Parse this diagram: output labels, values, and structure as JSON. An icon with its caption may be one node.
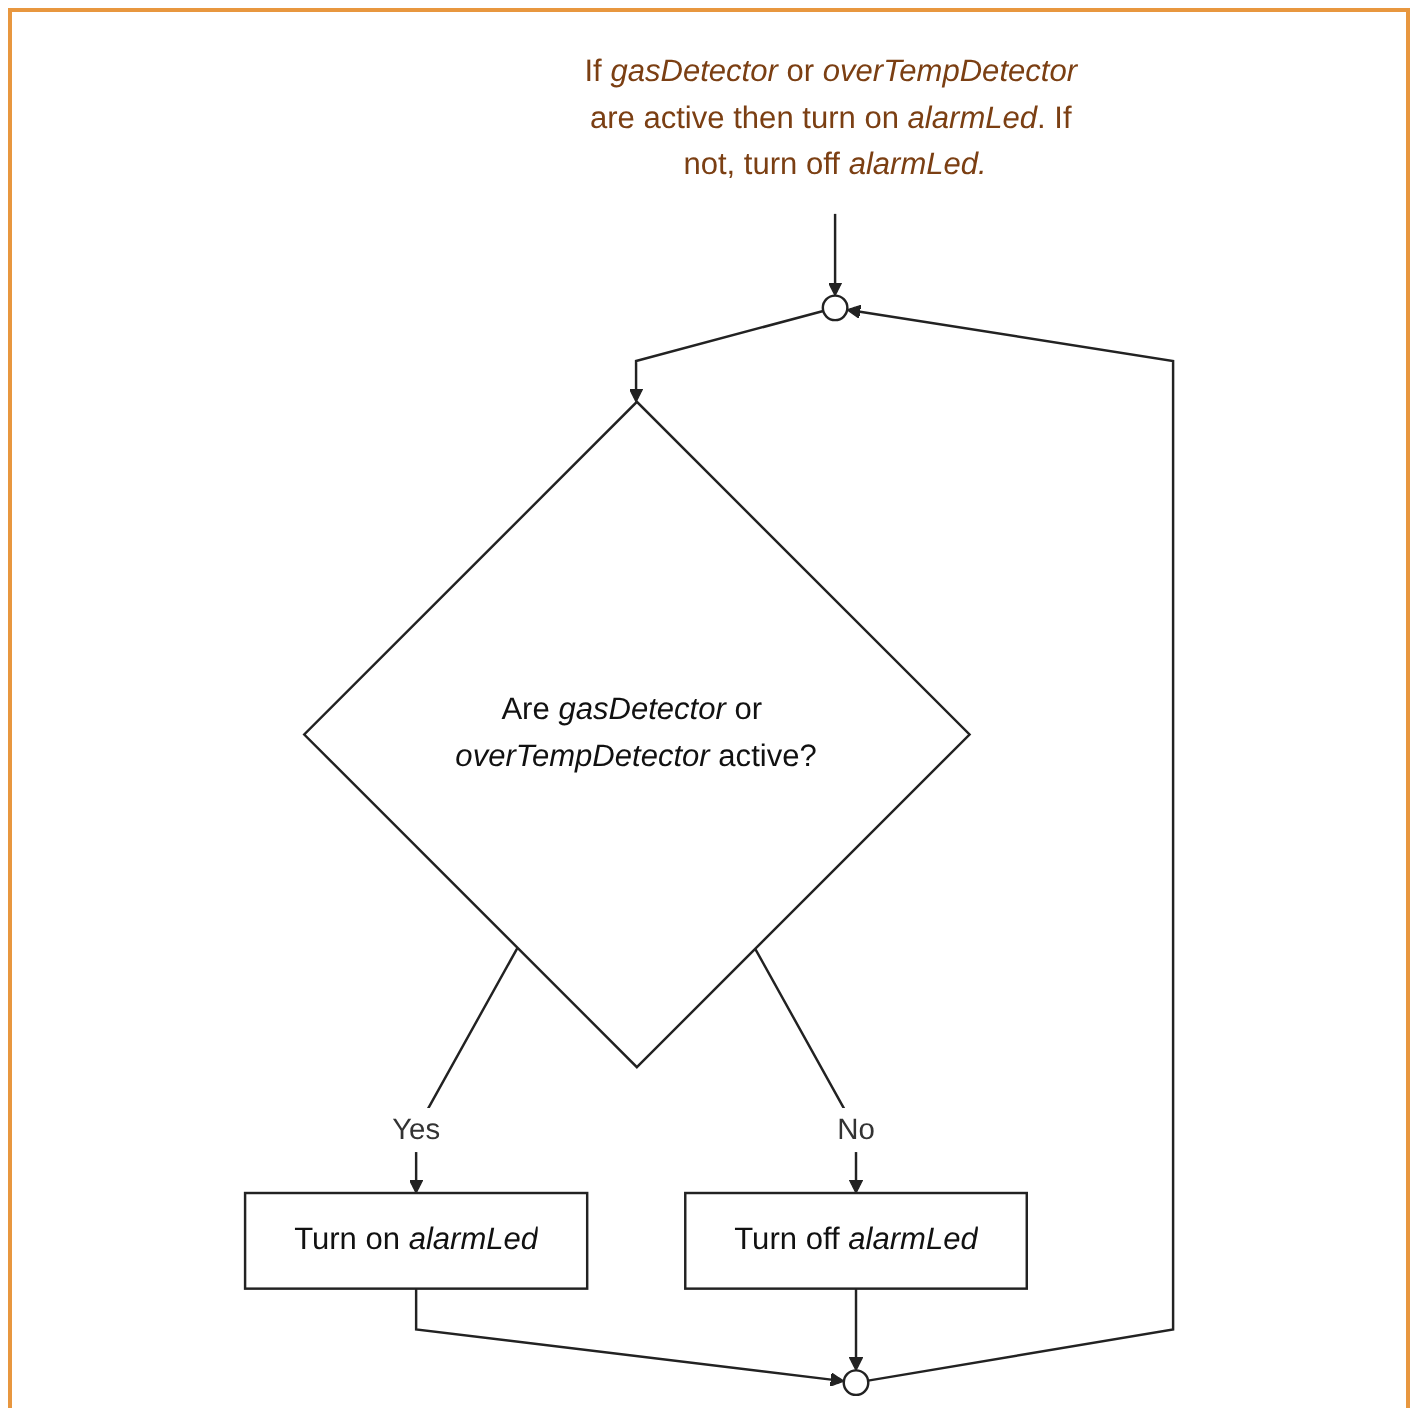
{
  "diagram": {
    "nodes": [
      {
        "text": [
          "If *gasDetector* or *overTempDetector* are active then turn on *alarmLed*. If not, turn off *alarmLed.*"
        ]
      },
      {
        "text": [],
        "shape": "circle"
      },
      {
        "text": [
          "Are *gasDetector* or *overTempDetector* active?"
        ]
      },
      {
        "text": [
          "Turn on *alarmLed*"
        ]
      },
      {
        "text": [
          "Turn off *alarmLed*"
        ]
      },
      {
        "text": [],
        "shape": "circle"
      }
    ],
    "edges": [
      {
        "from": 0,
        "to": 1,
        "arrow": "to"
      },
      {
        "from": 1,
        "to": 2,
        "arrow": "to"
      },
      {
        "from": 2,
        "to": 3,
        "label": "Yes",
        "arrow": "to"
      },
      {
        "from": 2,
        "to": 4,
        "label": "No",
        "arrow": "to"
      },
      {
        "from": 3,
        "to": 5,
        "arrow": "to"
      },
      {
        "from": 4,
        "to": 5,
        "arrow": "to"
      },
      {
        "from": 5,
        "to": 1,
        "arrow": "to"
      }
    ]
  }
}
